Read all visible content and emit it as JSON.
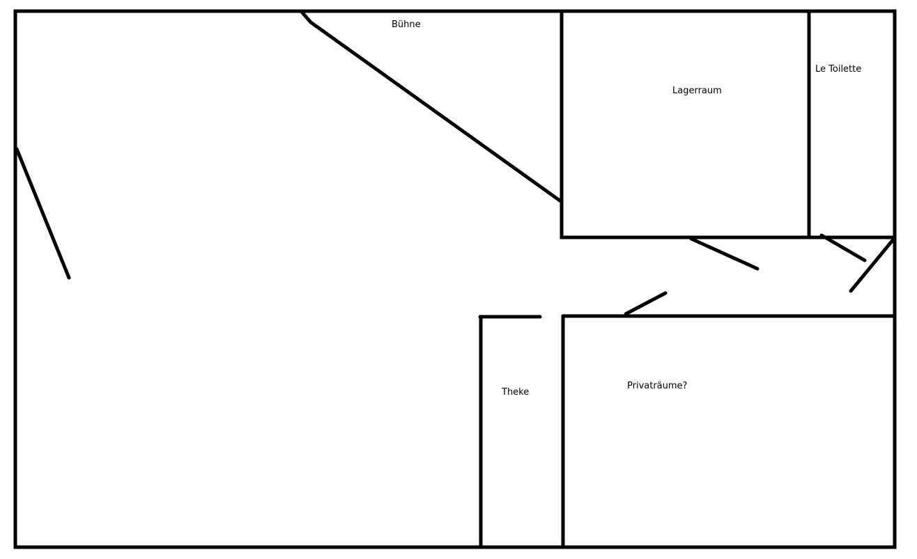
{
  "floor_plan": {
    "rooms": {
      "stage": "Bühne",
      "storage": "Lagerraum",
      "toilet": "Le Toilette",
      "bar": "Theke",
      "private": "Privaträume?"
    },
    "colors": {
      "wall": "#000000",
      "background": "#ffffff"
    }
  }
}
